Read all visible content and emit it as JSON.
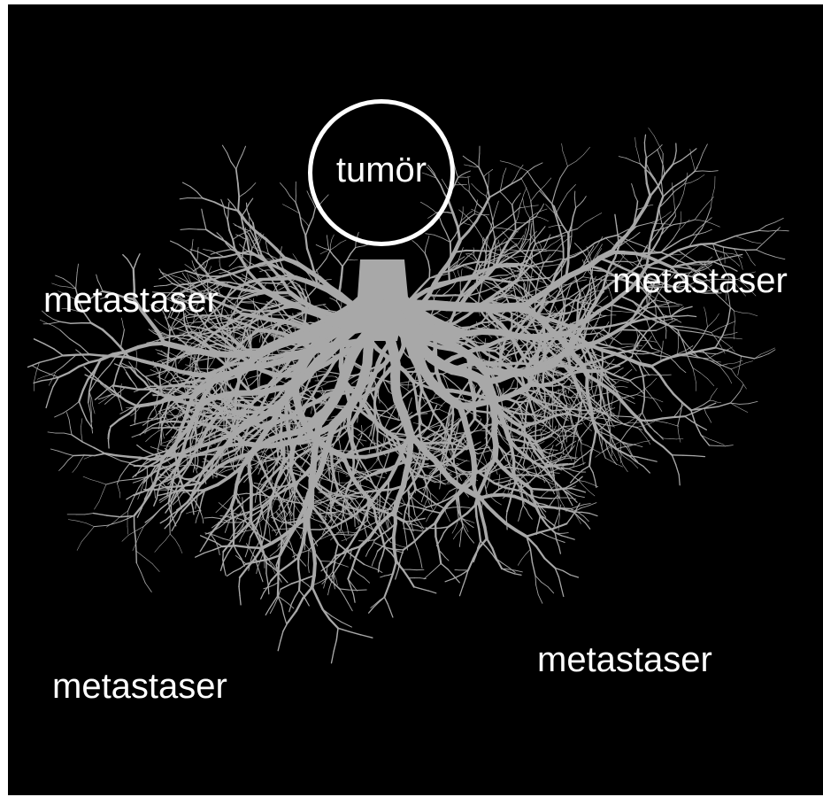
{
  "diagram": {
    "background_color": "#000000",
    "root_color": "#a8a8a8",
    "center": {
      "label": "tumör"
    },
    "labels": {
      "top_left": "metastaser",
      "top_right": "metastaser",
      "bottom_left": "metastaser",
      "bottom_right": "metastaser"
    }
  }
}
